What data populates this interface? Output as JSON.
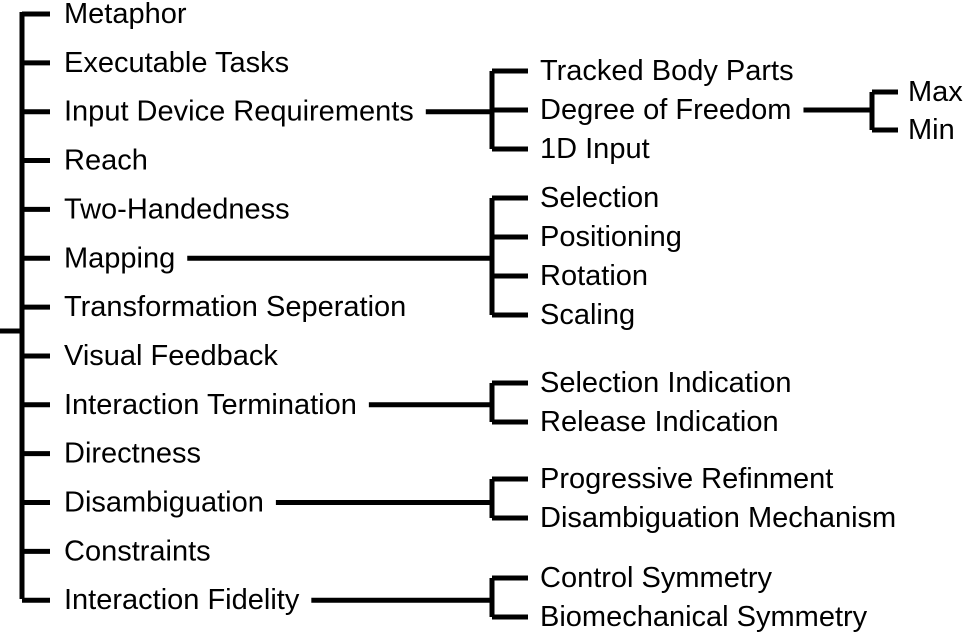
{
  "tree": {
    "items": [
      {
        "label": "Metaphor"
      },
      {
        "label": "Executable Tasks"
      },
      {
        "label": "Input Device Requirements",
        "children": [
          {
            "label": "Tracked Body Parts"
          },
          {
            "label": "Degree of Freedom",
            "children": [
              {
                "label": "Max"
              },
              {
                "label": "Min"
              }
            ]
          },
          {
            "label": "1D Input"
          }
        ]
      },
      {
        "label": "Reach"
      },
      {
        "label": "Two-Handedness"
      },
      {
        "label": "Mapping",
        "children": [
          {
            "label": "Selection"
          },
          {
            "label": "Positioning"
          },
          {
            "label": "Rotation"
          },
          {
            "label": "Scaling"
          }
        ]
      },
      {
        "label": "Transformation Seperation"
      },
      {
        "label": "Visual Feedback"
      },
      {
        "label": "Interaction Termination",
        "children": [
          {
            "label": "Selection Indication"
          },
          {
            "label": "Release Indication"
          }
        ]
      },
      {
        "label": "Directness"
      },
      {
        "label": "Disambiguation",
        "children": [
          {
            "label": "Progressive Refinment"
          },
          {
            "label": "Disambiguation Mechanism"
          }
        ]
      },
      {
        "label": "Constraints"
      },
      {
        "label": "Interaction Fidelity",
        "children": [
          {
            "label": "Control Symmetry"
          },
          {
            "label": "Biomechanical Symmetry"
          }
        ]
      }
    ]
  }
}
